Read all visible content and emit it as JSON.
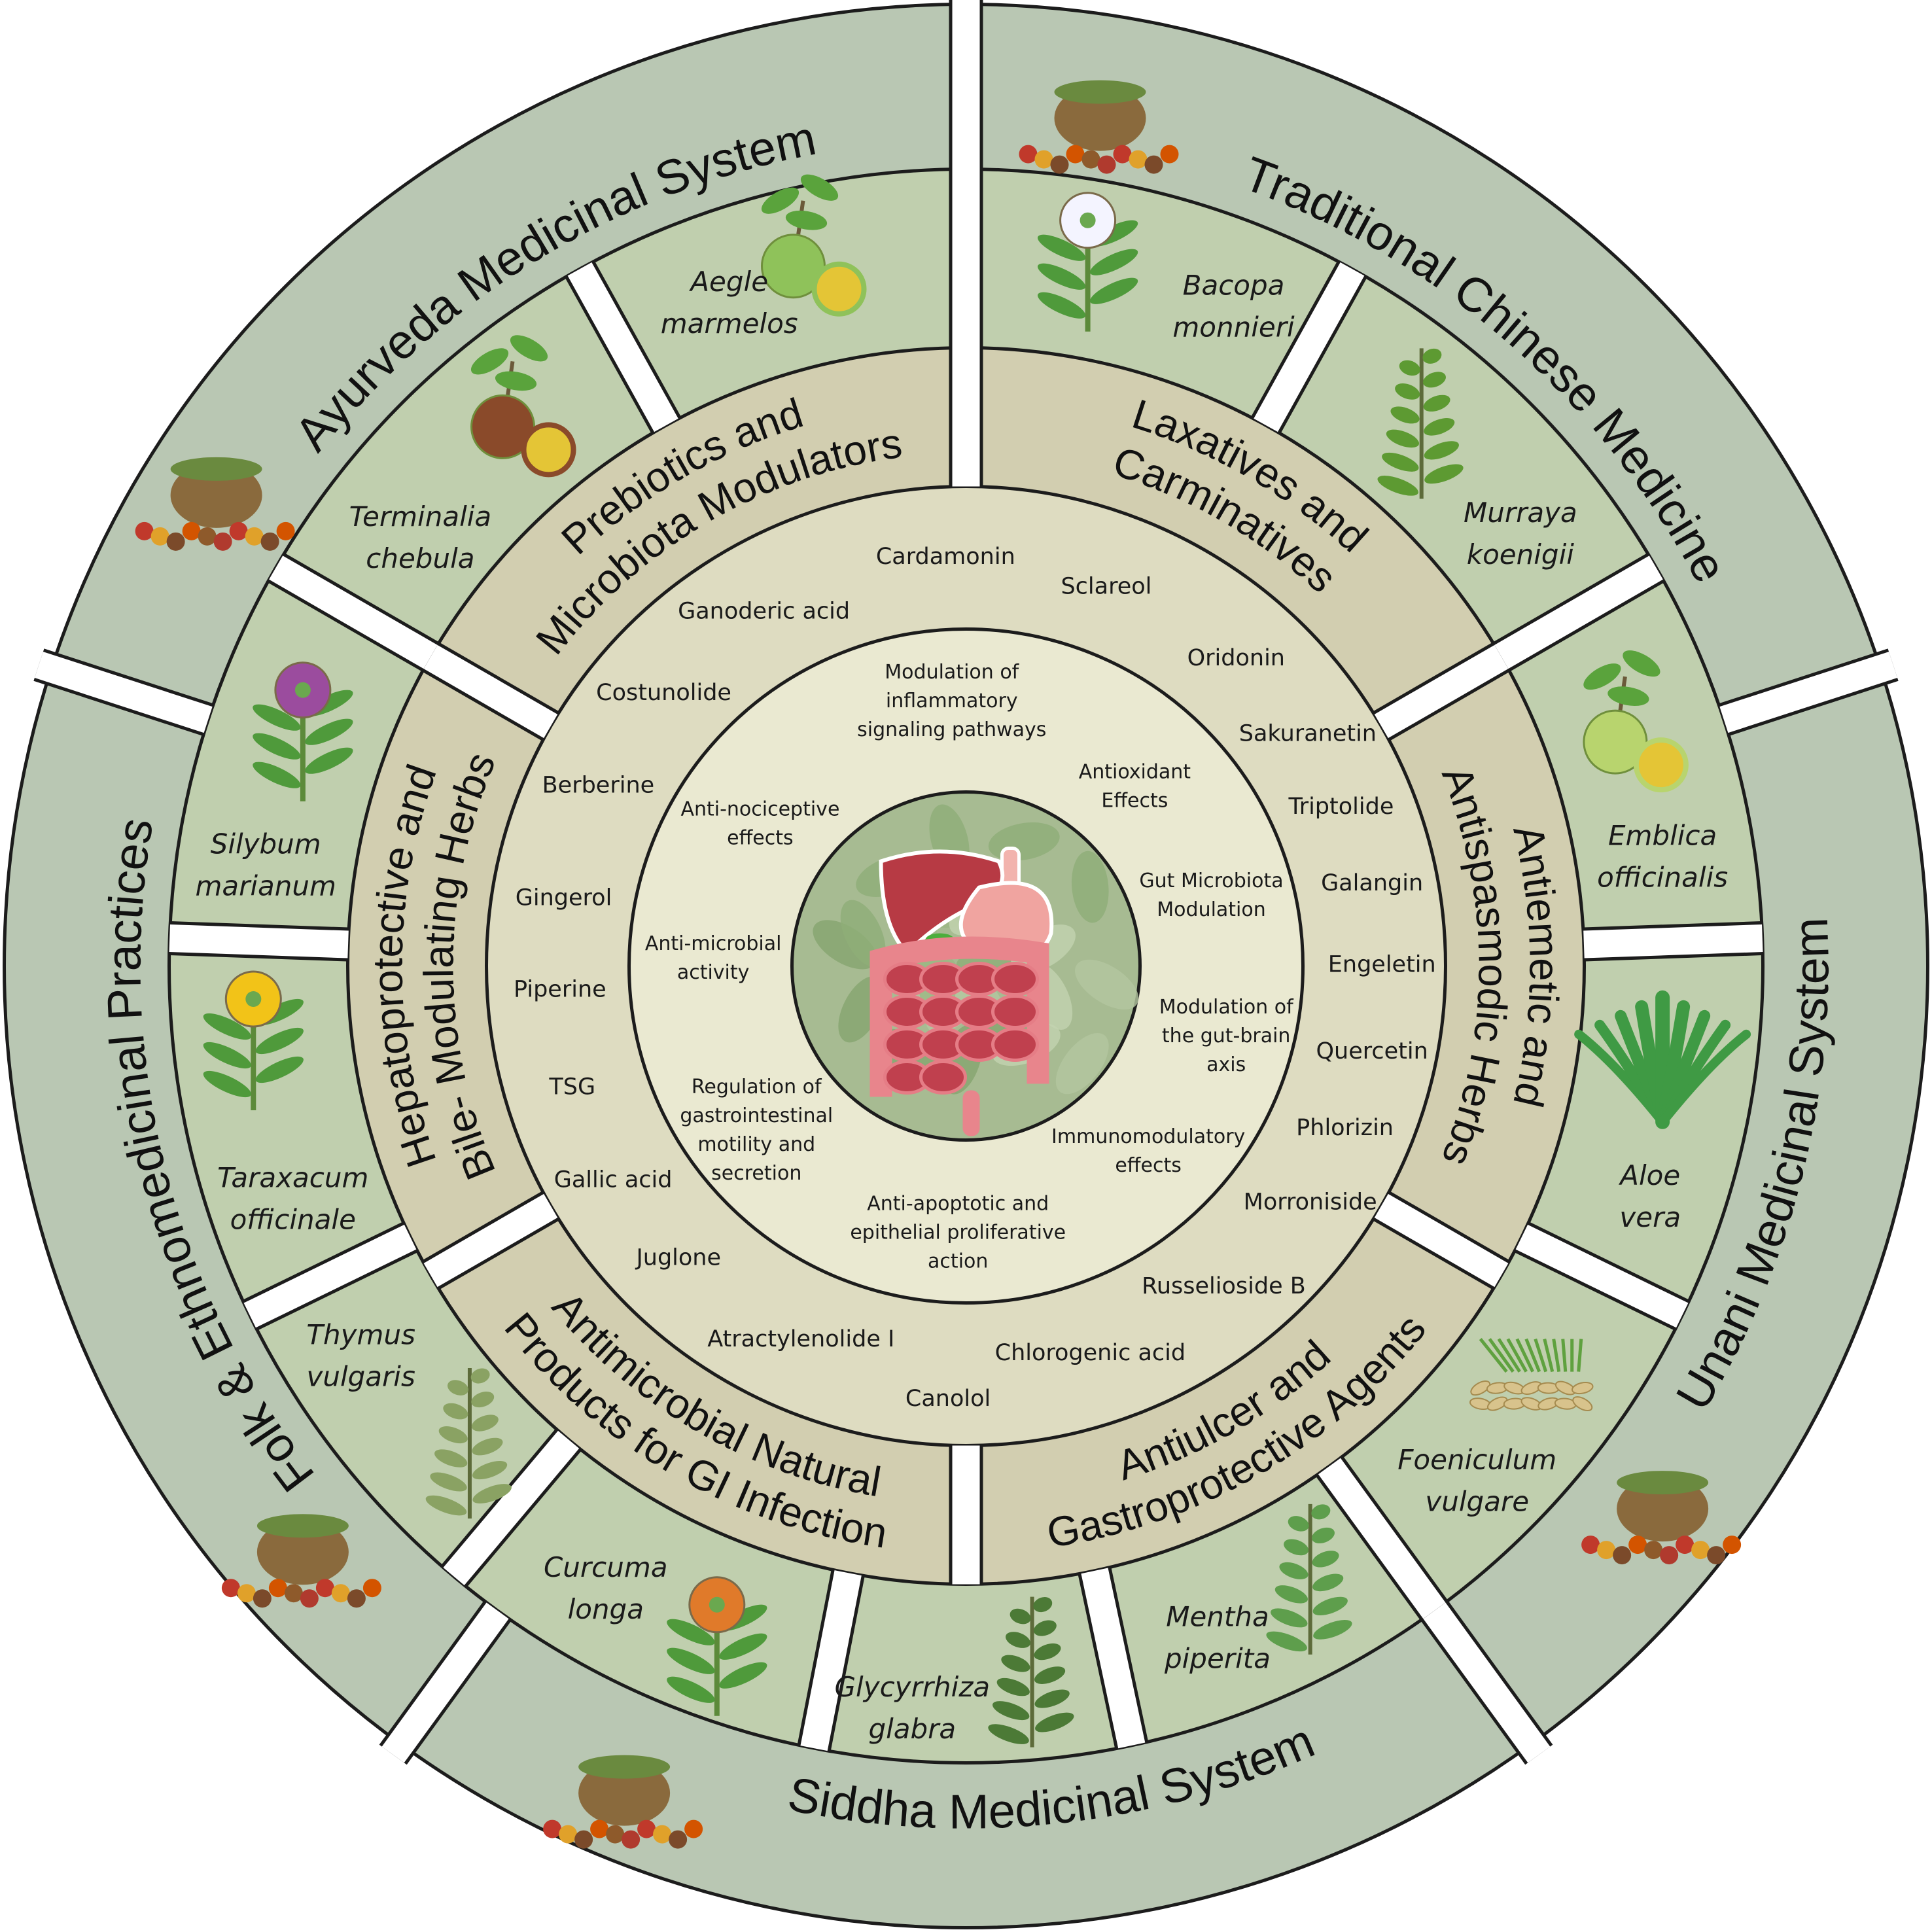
{
  "systems": [
    "Ayurveda Medicinal System",
    "Traditional Chinese Medicine",
    "Unani Medicinal System",
    "Siddha Medicinal System",
    "Folk & Ethnomedicinal Practices"
  ],
  "categories": [
    {
      "line1": "Prebiotics and",
      "line2": "Microbiota Modulators"
    },
    {
      "line1": "Laxatives and",
      "line2": "Carminatives"
    },
    {
      "line1": "Antiemetic and",
      "line2": "Antispasmodic Herbs"
    },
    {
      "line1": "Antiulcer and",
      "line2": "Gastroprotective Agents"
    },
    {
      "line1": "Antimicrobial Natural",
      "line2": "Products for GI Infection"
    },
    {
      "line1": "Hepatoprotective and",
      "line2": "Bile- Modulating Herbs"
    }
  ],
  "herbs": [
    {
      "genus": "Aegle",
      "species": "marmelos"
    },
    {
      "genus": "Terminalia",
      "species": "chebula"
    },
    {
      "genus": "Silybum",
      "species": "marianum"
    },
    {
      "genus": "Taraxacum",
      "species": "officinale"
    },
    {
      "genus": "Thymus",
      "species": "vulgaris"
    },
    {
      "genus": "Curcuma",
      "species": "longa"
    },
    {
      "genus": "Glycyrrhiza",
      "species": "glabra"
    },
    {
      "genus": "Mentha",
      "species": "piperita"
    },
    {
      "genus": "Foeniculum",
      "species": "vulgare"
    },
    {
      "genus": "Aloe",
      "species": "vera"
    },
    {
      "genus": "Emblica",
      "species": "officinalis"
    },
    {
      "genus": "Murraya",
      "species": "koenigii"
    },
    {
      "genus": "Bacopa",
      "species": "monnieri"
    }
  ],
  "compounds": [
    "Cardamonin",
    "Sclareol",
    "Oridonin",
    "Sakuranetin",
    "Triptolide",
    "Galangin",
    "Engeletin",
    "Quercetin",
    "Phlorizin",
    "Morroniside",
    "Russelioside B",
    "Chlorogenic acid",
    "Canolol",
    "Atractylenolide I",
    "Juglone",
    "Gallic acid",
    "TSG",
    "Piperine",
    "Gingerol",
    "Berberine",
    "Costunolide",
    "Ganoderic acid"
  ],
  "mechanisms": [
    {
      "lines": [
        "Modulation of",
        "inflammatory",
        "signaling pathways"
      ]
    },
    {
      "lines": [
        "Antioxidant",
        "Effects"
      ]
    },
    {
      "lines": [
        "Gut Microbiota",
        "Modulation"
      ]
    },
    {
      "lines": [
        "Modulation of",
        "the gut-brain",
        "axis"
      ]
    },
    {
      "lines": [
        "Immunomodulatory",
        "effects"
      ]
    },
    {
      "lines": [
        "Anti-apoptotic and",
        "epithelial proliferative",
        "action"
      ]
    },
    {
      "lines": [
        "Regulation of",
        "gastrointestinal",
        "motility and",
        "secretion"
      ]
    },
    {
      "lines": [
        "Anti-microbial",
        "activity"
      ]
    },
    {
      "lines": [
        "Anti-nociceptive",
        "effects"
      ]
    }
  ],
  "center": {
    "illustration": "digestive-system-icon"
  },
  "colors": {
    "system_ring": "#b9c7b3",
    "herb_ring": "#c0cfae",
    "category_ring": "#d2ceb0",
    "compound_ring": "#dedcc1",
    "mechanism_ring": "#eae9d1",
    "outline": "#1c1c1c"
  }
}
